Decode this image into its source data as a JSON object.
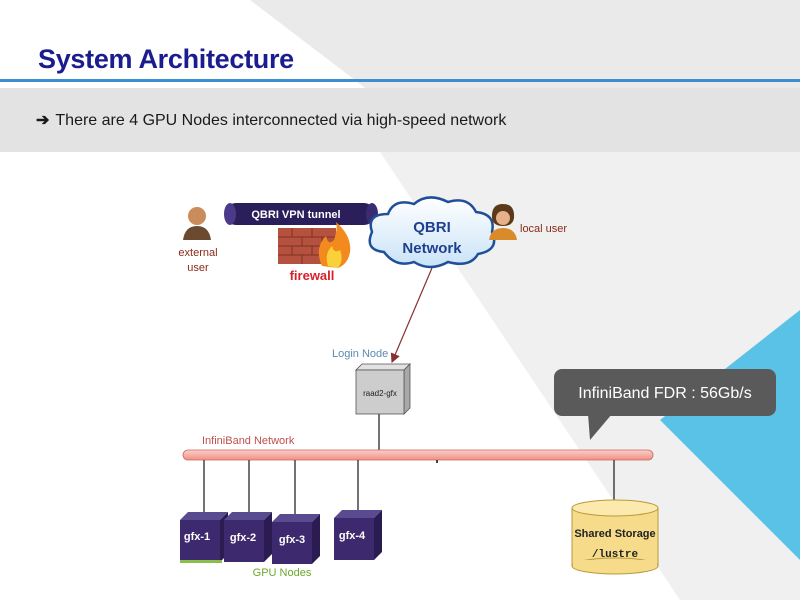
{
  "slide": {
    "title": "System Architecture",
    "bullet_arrow": "➔",
    "bullet_text": "There are 4 GPU Nodes interconnected via high-speed network"
  },
  "diagram": {
    "vpn_tunnel": "QBRI VPN tunnel",
    "cloud_line1": "QBRI",
    "cloud_line2": "Network",
    "external_user_line1": "external",
    "external_user_line2": "user",
    "local_user": "local user",
    "firewall": "firewall",
    "login_node_label": "Login Node",
    "login_node_name": "raad2-gfx",
    "bus_label": "InfiniBand Network",
    "callout": "InfiniBand FDR : 56Gb/s",
    "gpu_nodes": [
      "gfx-1",
      "gfx-2",
      "gfx-3",
      "gfx-4"
    ],
    "gpu_nodes_label": "GPU Nodes",
    "storage_line1": "Shared Storage",
    "storage_line2": "/lustre"
  },
  "colors": {
    "title": "#1b1d8f",
    "rule": "#3b8ed0",
    "accent_cyan": "#5bc2e7",
    "bus": "#f7a8a0",
    "node_purple": "#3d2a6e",
    "storage": "#f6dc8a",
    "callout": "#5a5a5a"
  }
}
